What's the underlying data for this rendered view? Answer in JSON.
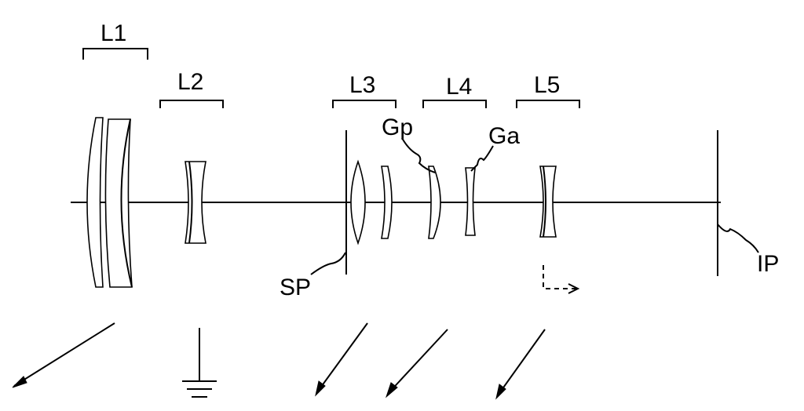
{
  "labels": {
    "L1": "L1",
    "L2": "L2",
    "L3": "L3",
    "L4": "L4",
    "L5": "L5",
    "Gp": "Gp",
    "Ga": "Ga",
    "SP": "SP",
    "IP": "IP"
  }
}
